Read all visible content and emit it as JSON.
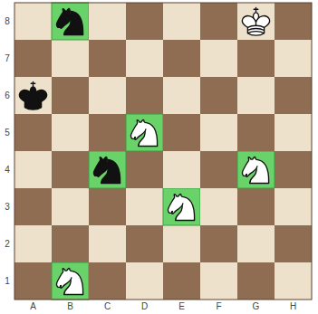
{
  "diagram": {
    "labels": [
      "8",
      "7",
      "6",
      "5",
      "4",
      "3",
      "2",
      "1",
      "A",
      "B",
      "C",
      "D",
      "E",
      "F",
      "G",
      "H"
    ]
  }
}
